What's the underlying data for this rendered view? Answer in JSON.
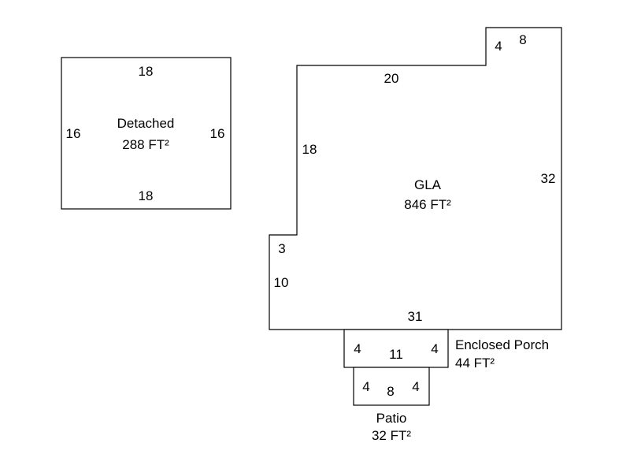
{
  "detached": {
    "name": "Detached",
    "area": "288 FT²",
    "dims": {
      "top": "18",
      "bottom": "18",
      "left": "16",
      "right": "16"
    }
  },
  "gla": {
    "name": "GLA",
    "area": "846 FT²",
    "dims": {
      "top": "20",
      "step_side": "4",
      "step_top": "8",
      "right": "32",
      "bottom": "31",
      "left_upper": "18",
      "notch": "3",
      "left_lower": "10"
    }
  },
  "porch": {
    "name": "Enclosed Porch",
    "area": "44 FT²",
    "dims": {
      "left": "4",
      "width": "11",
      "right": "4"
    }
  },
  "patio": {
    "name": "Patio",
    "area": "32 FT²",
    "dims": {
      "left": "4",
      "width": "8",
      "right": "4"
    }
  }
}
